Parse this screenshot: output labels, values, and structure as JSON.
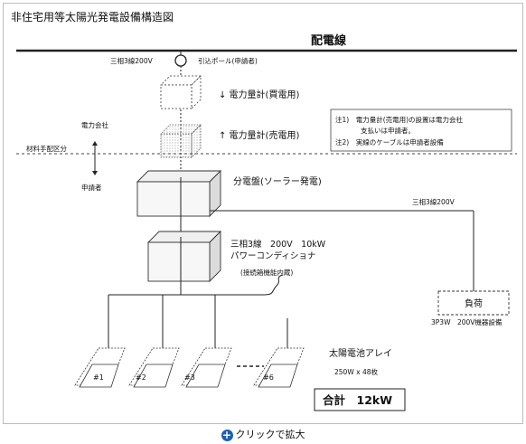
{
  "title": "非住宅用等太陽光発電設備構造図",
  "grid_label": "配電線",
  "pole": {
    "voltage": "三相3線200V",
    "label": "引込ポール(申請者)"
  },
  "meters": {
    "buy": "↓ 電力量計(買電用)",
    "sell": "↑ 電力量計(売電用)"
  },
  "parties": {
    "utility": "電力会社",
    "divider": "材料手配区分",
    "applicant": "申請者"
  },
  "notes": {
    "n1_a": "注1)　電力量計(売電用)の設置は電力会社",
    "n1_b": "支払いは申請者。",
    "n2": "注2)　実線のケーブルは申請者設備"
  },
  "panel": {
    "label": "分電盤(ソーラー発電)"
  },
  "right_line_voltage": "三相3線200V",
  "pcs": {
    "line1": "三相3線　200V　10kW",
    "line2": "パワーコンディショナ",
    "line3": "(接続箱機能内蔵)"
  },
  "load": {
    "label": "負荷",
    "sub": "3P3W　200V機器設備"
  },
  "array": {
    "label": "太陽電池アレイ",
    "sub": "250W x 48枚",
    "modules": [
      "#1",
      "#2",
      "#3",
      "#6"
    ]
  },
  "total": "合計　12kW",
  "caption": "クリックで拡大",
  "colors": {
    "accent": "#1f5fb0",
    "line": "#222222",
    "box_fill": "#f7f7f7"
  }
}
